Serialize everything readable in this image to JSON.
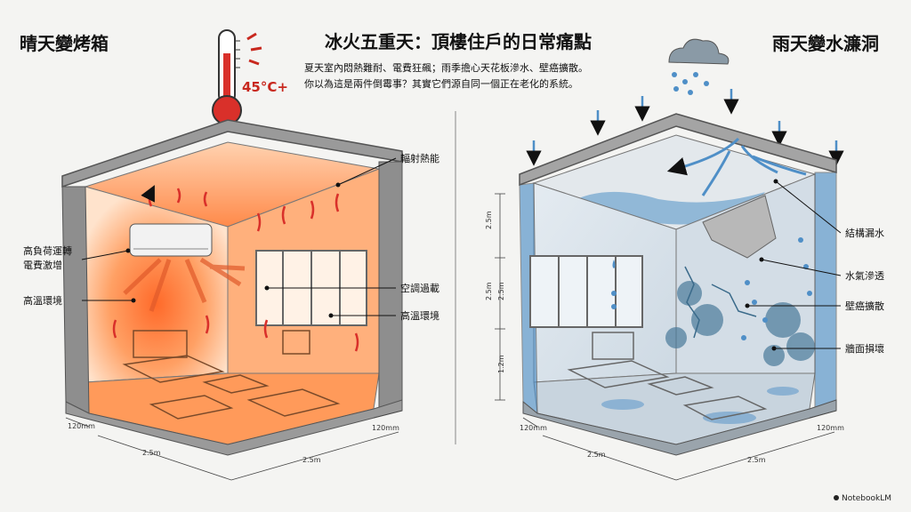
{
  "title": "冰火五重天：頂樓住戶的日常痛點",
  "subtitle_lines": [
    "夏天室內悶熱難耐、電費狂飆；雨季擔心天花板滲水、壁癌擴散。",
    "你以為這是兩件倒霉事？其實它們源自同一個正在老化的系統。"
  ],
  "left": {
    "heading": "晴天變烤箱",
    "temperature": "45°C+",
    "labels": {
      "high_load_1": "高負荷運轉",
      "high_load_2": "電費激增",
      "hot_env_left": "高溫環境",
      "radiant": "輻射熱能",
      "ac_overload": "空調過載",
      "hot_env_right": "高溫環境"
    },
    "dims": {
      "wall_left": "120mm",
      "wall_right": "120mm",
      "base_left": "2.5m",
      "base_right": "2.5m"
    }
  },
  "right": {
    "heading": "雨天變水濂洞",
    "labels": {
      "leak": "結構漏水",
      "seep": "水氣滲透",
      "efflorescence": "壁癌擴散",
      "wall_damage": "牆面損壞"
    },
    "dims": {
      "h1": "2.5m",
      "h2": "2.5m",
      "h3": "2.5m",
      "h4": "1.2m",
      "wall_left": "120mm",
      "wall_right": "120mm",
      "base_left": "2.5m",
      "base_right": "2.5m"
    }
  },
  "brand": "NotebookLM",
  "colors": {
    "heat_core": "#ff7a32",
    "heat_edge": "#ffd9b8",
    "water": "#4f8fc7",
    "wall": "#8a8a8a"
  }
}
